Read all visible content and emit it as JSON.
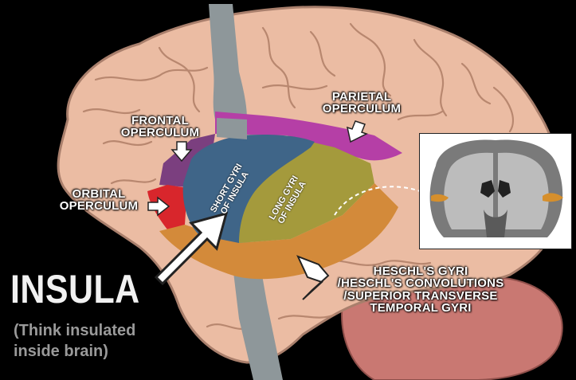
{
  "title": "INSULA",
  "subtitle_lines": [
    "(Think insulated",
    "inside brain)"
  ],
  "labels": {
    "frontal_operculum": [
      "FRONTAL",
      "OPERCULUM"
    ],
    "parietal_operculum": [
      "PARIETAL",
      "OPERCULUM"
    ],
    "orbital_operculum": [
      "ORBITAL",
      "OPERCULUM"
    ],
    "short_gyri": [
      "SHORT GYRI",
      "OF INSULA"
    ],
    "long_gyri": [
      "LONG GYRI",
      "OF INSULA"
    ],
    "heschl": [
      "HESCHL'S GYRI",
      "/HESCHL'S CONVOLUTIONS",
      "/SUPERIOR TRANSVERSE",
      "TEMPORAL GYRI"
    ]
  },
  "colors": {
    "background": "#000000",
    "brain": "#ebb9a0",
    "brain_outline": "#a9786a",
    "cerebellum": "#cf7d76",
    "brainstem": "#8c9598",
    "short_gyri": "#3f6488",
    "long_gyri": "#a39a3b",
    "parietal_operculum": "#b73ea8",
    "frontal_operculum": "#7c3f82",
    "orbital_operculum": "#d9262c",
    "temporal_operculum": "#d48a3a",
    "insula_highlight": "#d68f2c"
  }
}
